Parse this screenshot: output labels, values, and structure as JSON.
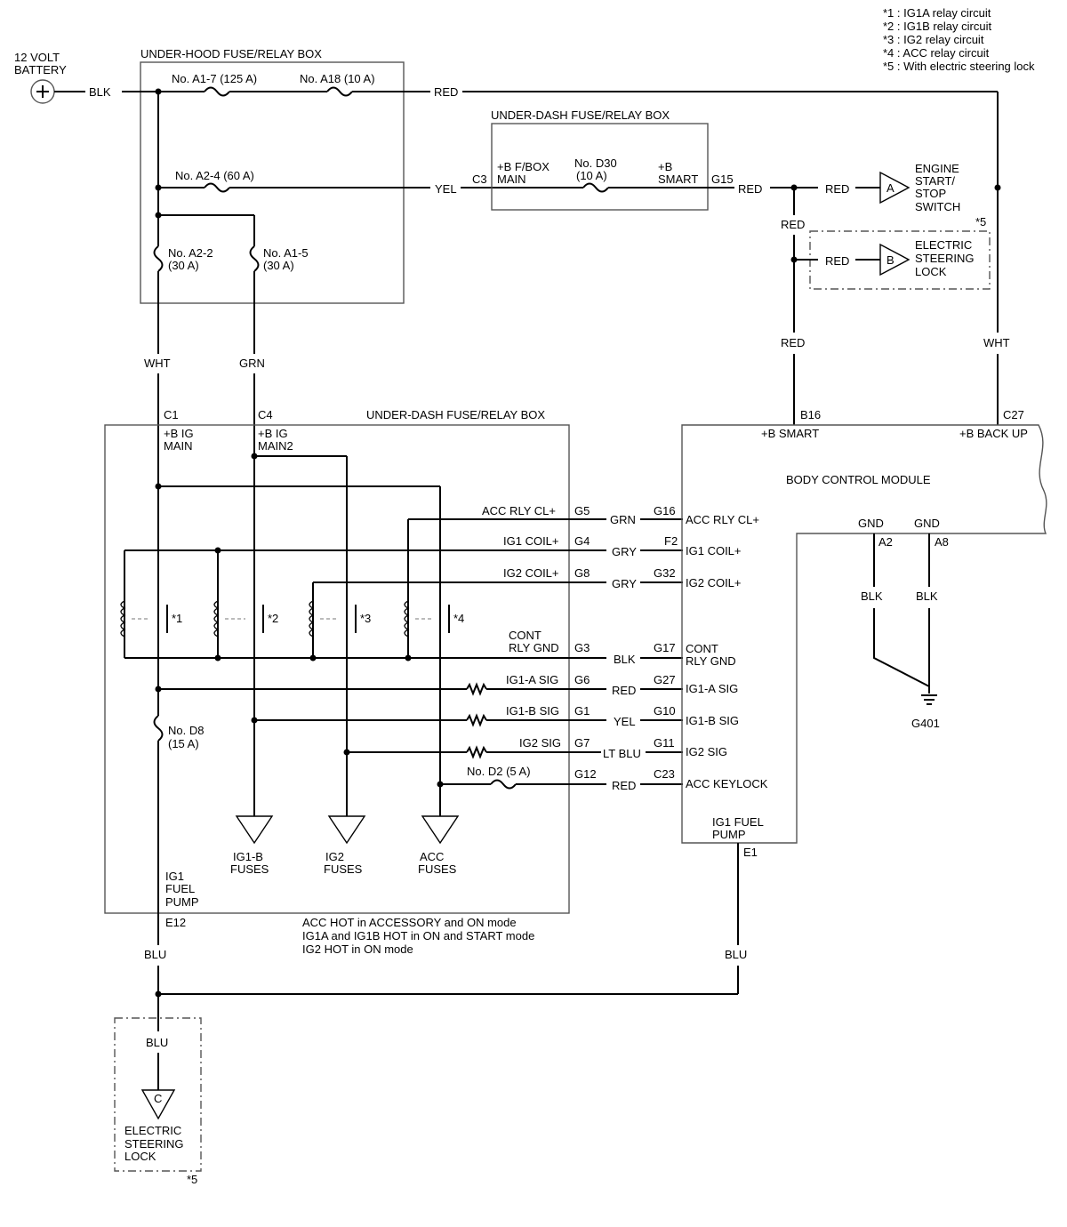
{
  "notes": {
    "n1": "*1 : IG1A relay circuit",
    "n2": "*2 : IG1B relay circuit",
    "n3": "*3 : IG2 relay circuit",
    "n4": "*4 : ACC relay circuit",
    "n5": "*5 : With electric steering lock"
  },
  "battery": {
    "line1": "12 VOLT",
    "line2": "BATTERY"
  },
  "boxes": {
    "underhood": "UNDER-HOOD FUSE/RELAY BOX",
    "underdash_top": "UNDER-DASH FUSE/RELAY BOX",
    "underdash_main": "UNDER-DASH FUSE/RELAY BOX",
    "bcm": "BODY CONTROL MODULE"
  },
  "fuses": {
    "a17": "No. A1-7 (125 A)",
    "a18": "No. A18 (10 A)",
    "a24": "No. A2-4 (60 A)",
    "a22_1": "No. A2-2",
    "a22_2": "(30 A)",
    "a15_1": "No. A1-5",
    "a15_2": "(30 A)",
    "d30_1": "No. D30",
    "d30_2": "(10 A)",
    "d8_1": "No. D8",
    "d8_2": "(15 A)",
    "d2": "No. D2 (5 A)"
  },
  "wires": {
    "blk": "BLK",
    "red_top": "RED",
    "yel_top": "YEL",
    "red_g15": "RED",
    "red_a": "RED",
    "red_mid": "RED",
    "red_b": "RED",
    "red_b16": "RED",
    "wht_c27": "WHT",
    "wht_c1": "WHT",
    "grn_c4": "GRN",
    "grn_g5": "GRN",
    "gry_g4": "GRY",
    "gry_g8": "GRY",
    "blk_g3": "BLK",
    "red_g6": "RED",
    "yel_g1": "YEL",
    "ltblu_g7": "LT BLU",
    "red_g12": "RED",
    "blk_a2": "BLK",
    "blk_a8": "BLK",
    "blu_e12": "BLU",
    "blu_e1": "BLU",
    "blu_esl": "BLU"
  },
  "connectors": {
    "c3": "C3",
    "g15": "G15",
    "c1": "C1",
    "c4": "C4",
    "b16": "B16",
    "c27": "C27",
    "g5": "G5",
    "g4": "G4",
    "g8": "G8",
    "g3": "G3",
    "g6": "G6",
    "g1": "G1",
    "g7": "G7",
    "g12": "G12",
    "g16": "G16",
    "f2": "F2",
    "g32": "G32",
    "g17": "G17",
    "g27": "G27",
    "g10": "G10",
    "g11": "G11",
    "c23": "C23",
    "a2": "A2",
    "a8": "A8",
    "e1": "E1",
    "e12": "E12",
    "g401": "G401"
  },
  "underdash_top_labels": {
    "bf_1": "+B F/BOX",
    "bf_2": "MAIN",
    "bs_1": "+B",
    "bs_2": "SMART"
  },
  "outputs": {
    "a_letter": "A",
    "a_1": "ENGINE",
    "a_2": "START/",
    "a_3": "STOP",
    "a_4": "SWITCH",
    "b_letter": "B",
    "b_1": "ELECTRIC",
    "b_2": "STEERING",
    "b_3": "LOCK",
    "c_letter": "C",
    "c_1": "ELECTRIC",
    "c_2": "STEERING",
    "c_3": "LOCK",
    "ig1b_1": "IG1-B",
    "ig1b_2": "FUSES",
    "ig2_1": "IG2",
    "ig2_2": "FUSES",
    "acc_1": "ACC",
    "acc_2": "FUSES"
  },
  "star5": "*5",
  "ud_labels": {
    "ig_main_1": "+B IG",
    "ig_main_2": "MAIN",
    "ig_main2_1": "+B IG",
    "ig_main2_2": "MAIN2",
    "acc_rly": "ACC RLY CL+",
    "ig1_coil": "IG1 COIL+",
    "ig2_coil": "IG2 COIL+",
    "cont_1": "CONT",
    "cont_2": "RLY GND",
    "ig1a_sig": "IG1-A SIG",
    "ig1b_sig": "IG1-B SIG",
    "ig2_sig": "IG2 SIG",
    "fuel_1": "IG1",
    "fuel_2": "FUEL",
    "fuel_3": "PUMP",
    "relay1": "*1",
    "relay2": "*2",
    "relay3": "*3",
    "relay4": "*4"
  },
  "bcm_labels": {
    "b_smart": "+B SMART",
    "b_backup": "+B BACK UP",
    "acc_rly": "ACC RLY CL+",
    "ig1_coil": "IG1 COIL+",
    "ig2_coil": "IG2 COIL+",
    "cont_1": "CONT",
    "cont_2": "RLY GND",
    "ig1a_sig": "IG1-A SIG",
    "ig1b_sig": "IG1-B SIG",
    "ig2_sig": "IG2 SIG",
    "acc_keylock": "ACC KEYLOCK",
    "fuel_1": "IG1 FUEL",
    "fuel_2": "PUMP",
    "gnd1": "GND",
    "gnd2": "GND"
  },
  "mode_notes": {
    "m1": "ACC HOT in ACCESSORY and ON mode",
    "m2": "IG1A and IG1B HOT in ON and START mode",
    "m3": "IG2 HOT in ON mode"
  }
}
